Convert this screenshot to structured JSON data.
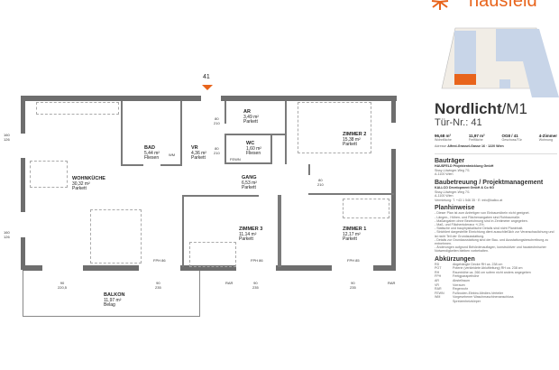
{
  "brand": {
    "name": "hausfeld",
    "accent": "#e8641c"
  },
  "plan": {
    "door_number": "41",
    "rooms": [
      {
        "name": "WOHNKÜCHE",
        "area": "30,32 m²",
        "floor": "Parkett"
      },
      {
        "name": "BAD",
        "area": "5,44 m²",
        "floor": "Fliesen"
      },
      {
        "name": "VR",
        "area": "4,36 m²",
        "floor": "Parkett"
      },
      {
        "name": "AR",
        "area": "3,49 m²",
        "floor": "Parkett"
      },
      {
        "name": "WC",
        "area": "1,60 m²",
        "floor": "Fliesen"
      },
      {
        "name": "ZIMMER 2",
        "area": "15,38 m²",
        "floor": "Parkett"
      },
      {
        "name": "GANG",
        "area": "6,53 m²",
        "floor": "Parkett"
      },
      {
        "name": "ZIMMER 3",
        "area": "11,14 m²",
        "floor": "Parkett"
      },
      {
        "name": "ZIMMER 1",
        "area": "12,17 m²",
        "floor": "Parkett"
      },
      {
        "name": "BALKON",
        "area": "11,97 m²",
        "floor": "Belag"
      }
    ],
    "labels": {
      "window_dim": "160\n126",
      "fph": "FPH 86",
      "fph2": "FPH 85",
      "rar": "RAR",
      "door80": "80\n210",
      "door_bal": "90\n220,5",
      "door_z": "90\n235",
      "wm": "WM",
      "fenw": "FEWN"
    }
  },
  "info": {
    "title": "Nordlicht",
    "title_suffix": "/M1",
    "door": "Tür-Nr.: 41",
    "stats": [
      {
        "value": "96,68 m²",
        "label": "Wohnfläche"
      },
      {
        "value": "11,97 m²",
        "label": "Freifläche"
      },
      {
        "value": "OG8 / 41",
        "label": "Geschoss/Tür"
      },
      {
        "value": "4-Zimmer",
        "label": "Wohnung"
      }
    ],
    "address_label": "Adresse",
    "address": "Alfred-Grassel-Gasse 16 · 1220 Wien",
    "developer": {
      "heading": "Bauträger",
      "name": "HAUSFELD Projektentwicklung GmbH",
      "lines": [
        "Sissy-Löwinger-Weg 7/1",
        "A-1100 Wien"
      ]
    },
    "management": {
      "heading": "Baubetreuung / Projektmanagement",
      "name": "KALLCO Development GmbH & Co KG",
      "lines": [
        "Sissy-Löwinger-Weg 7/1",
        "A-1100 Wien",
        "Vermietung: T. +43 1 546 35 · E: info@kallco.at"
      ]
    },
    "notes": {
      "heading": "Planhinweise",
      "items": [
        "- Dieser Plan ist zum Anfertigen von Einbaumöbeln nicht geeignet.",
        "- Längen-, Höhen- und Flächenangaben sind Rohbaumaße.",
        "- Maßangaben ohne Bezeichnung sind in Zentimeter angegeben.",
        "- Maß- und Flächentoleranz +/-3%.",
        "- Statische und bauphysikalische Details sind nicht Planinhalt.",
        "- Strichliert dargestellte Einrichtung dient ausschließlich zur Veranschaulichung und ist nicht Teil der Grundausstattung.",
        "- Details zur Grundausstattung sind der Bau- und Ausstattungsbeschreibung zu entnehmen.",
        "- Änderungen aufgrund Behördenauflagen, konstruktiver und haustechnischer Notwendigkeiten bleiben vorbehalten."
      ]
    },
    "abbrev": {
      "heading": "Abkürzungen",
      "items": [
        [
          "RD",
          "Abgehängte Decke RH ca. 238 cm"
        ],
        [
          "POT",
          "Poterie (verkleidete Abluftleitung) RH ca. 238 cm"
        ],
        [
          "RH",
          "Raumhöhe ca. 266 cm sofern nicht anders angegeben"
        ],
        [
          "FPH",
          "Fertigparapethöhe"
        ],
        [
          "AR",
          "Abstellraum"
        ],
        [
          "VR",
          "Vorraum"
        ],
        [
          "RAR",
          "Regenrohr"
        ],
        [
          "FEWN",
          "Fußboden-Elektro-Medien-Verteiler"
        ],
        [
          "WM",
          "Vorgesehener Waschmaschinenanschluss"
        ],
        [
          "",
          "Spreizenheizkörper"
        ]
      ]
    }
  }
}
